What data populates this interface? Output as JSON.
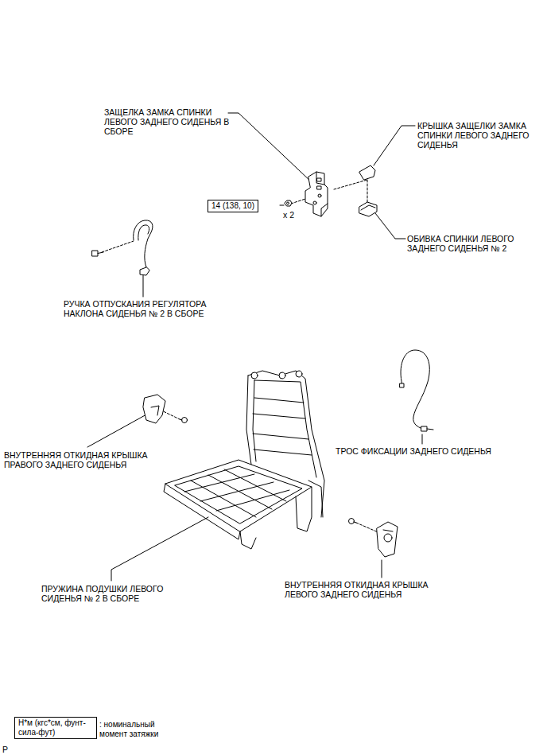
{
  "diagram": {
    "nodes": [
      {
        "text": [
          "14 (138, 10)"
        ]
      },
      {
        "text": [
          "Н*м (кгс*см, фунт-сила-фут)"
        ]
      }
    ],
    "labels": [
      "ЗАЩЕЛКА ЗАМКА СПИНКИ ЛЕВОГО ЗАДНЕГО СИДЕНЬЯ В СБОРЕ",
      "КРЫШКА ЗАЩЕЛКИ ЗАМКА СПИНКИ ЛЕВОГО ЗАДНЕГО СИДЕНЬЯ",
      "x 2",
      "ОБИВКА СПИНКИ ЛЕВОГО ЗАДНЕГО СИДЕНЬЯ № 2",
      "РУЧКА ОТПУСКАНИЯ РЕГУЛЯТОРА НАКЛОНА СИДЕНЬЯ № 2 В СБОРЕ",
      "ВНУТРЕННЯЯ ОТКИДНАЯ КРЫШКА ПРАВОГО ЗАДНЕГО СИДЕНЬЯ",
      "ТРОС ФИКСАЦИИ ЗАДНЕГО СИДЕНЬЯ",
      "ПРУЖИНА ПОДУШКИ ЛЕВОГО СИДЕНЬЯ № 2 В СБОРЕ",
      "ВНУТРЕННЯЯ ОТКИДНАЯ КРЫШКА ЛЕВОГО ЗАДНЕГО СИДЕНЬЯ",
      "P"
    ],
    "legend": [
      {
        "text": ": номинальный момент затяжки"
      }
    ]
  }
}
